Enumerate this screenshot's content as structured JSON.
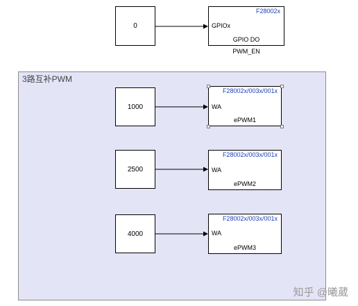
{
  "top": {
    "constant": "0",
    "block": {
      "model": "F28002x",
      "port": "GPIOx",
      "name": "GPIO DO",
      "label": "PWM_EN"
    }
  },
  "area": {
    "title": "3路互补PWM"
  },
  "rows": [
    {
      "constant": "1000",
      "model": "F28002x/003x/001x",
      "port": "WA",
      "name": "ePWM1"
    },
    {
      "constant": "2500",
      "model": "F28002x/003x/001x",
      "port": "WA",
      "name": "ePWM2"
    },
    {
      "constant": "4000",
      "model": "F28002x/003x/001x",
      "port": "WA",
      "name": "ePWM3"
    }
  ],
  "watermark": "知乎 @曦葳",
  "colors": {
    "area_fill": "#e3e4f6",
    "model_text": "#1a3fb4",
    "wire": "#000000"
  }
}
